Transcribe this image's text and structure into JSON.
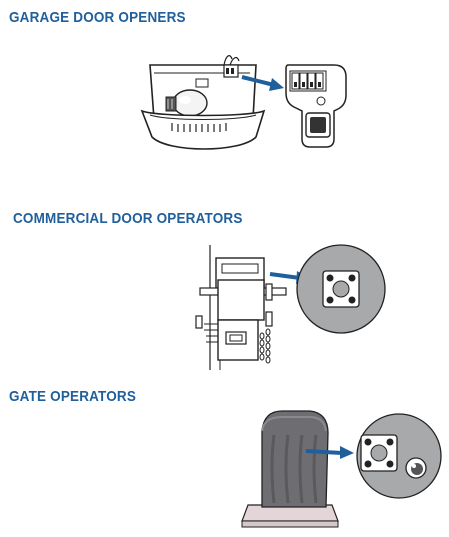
{
  "sections": [
    {
      "heading": "GARAGE DOOR OPENERS",
      "illustration": "garage-door-opener-learn-button"
    },
    {
      "heading": "COMMERCIAL DOOR OPERATORS",
      "illustration": "commercial-operator-learn-button"
    },
    {
      "heading": "GATE OPERATORS",
      "illustration": "gate-operator-learn-button"
    }
  ],
  "colors": {
    "heading": "#1f5f9c",
    "arrow": "#1f5f9c",
    "callout_fill": "#a8a9ab",
    "line": "#222222"
  }
}
